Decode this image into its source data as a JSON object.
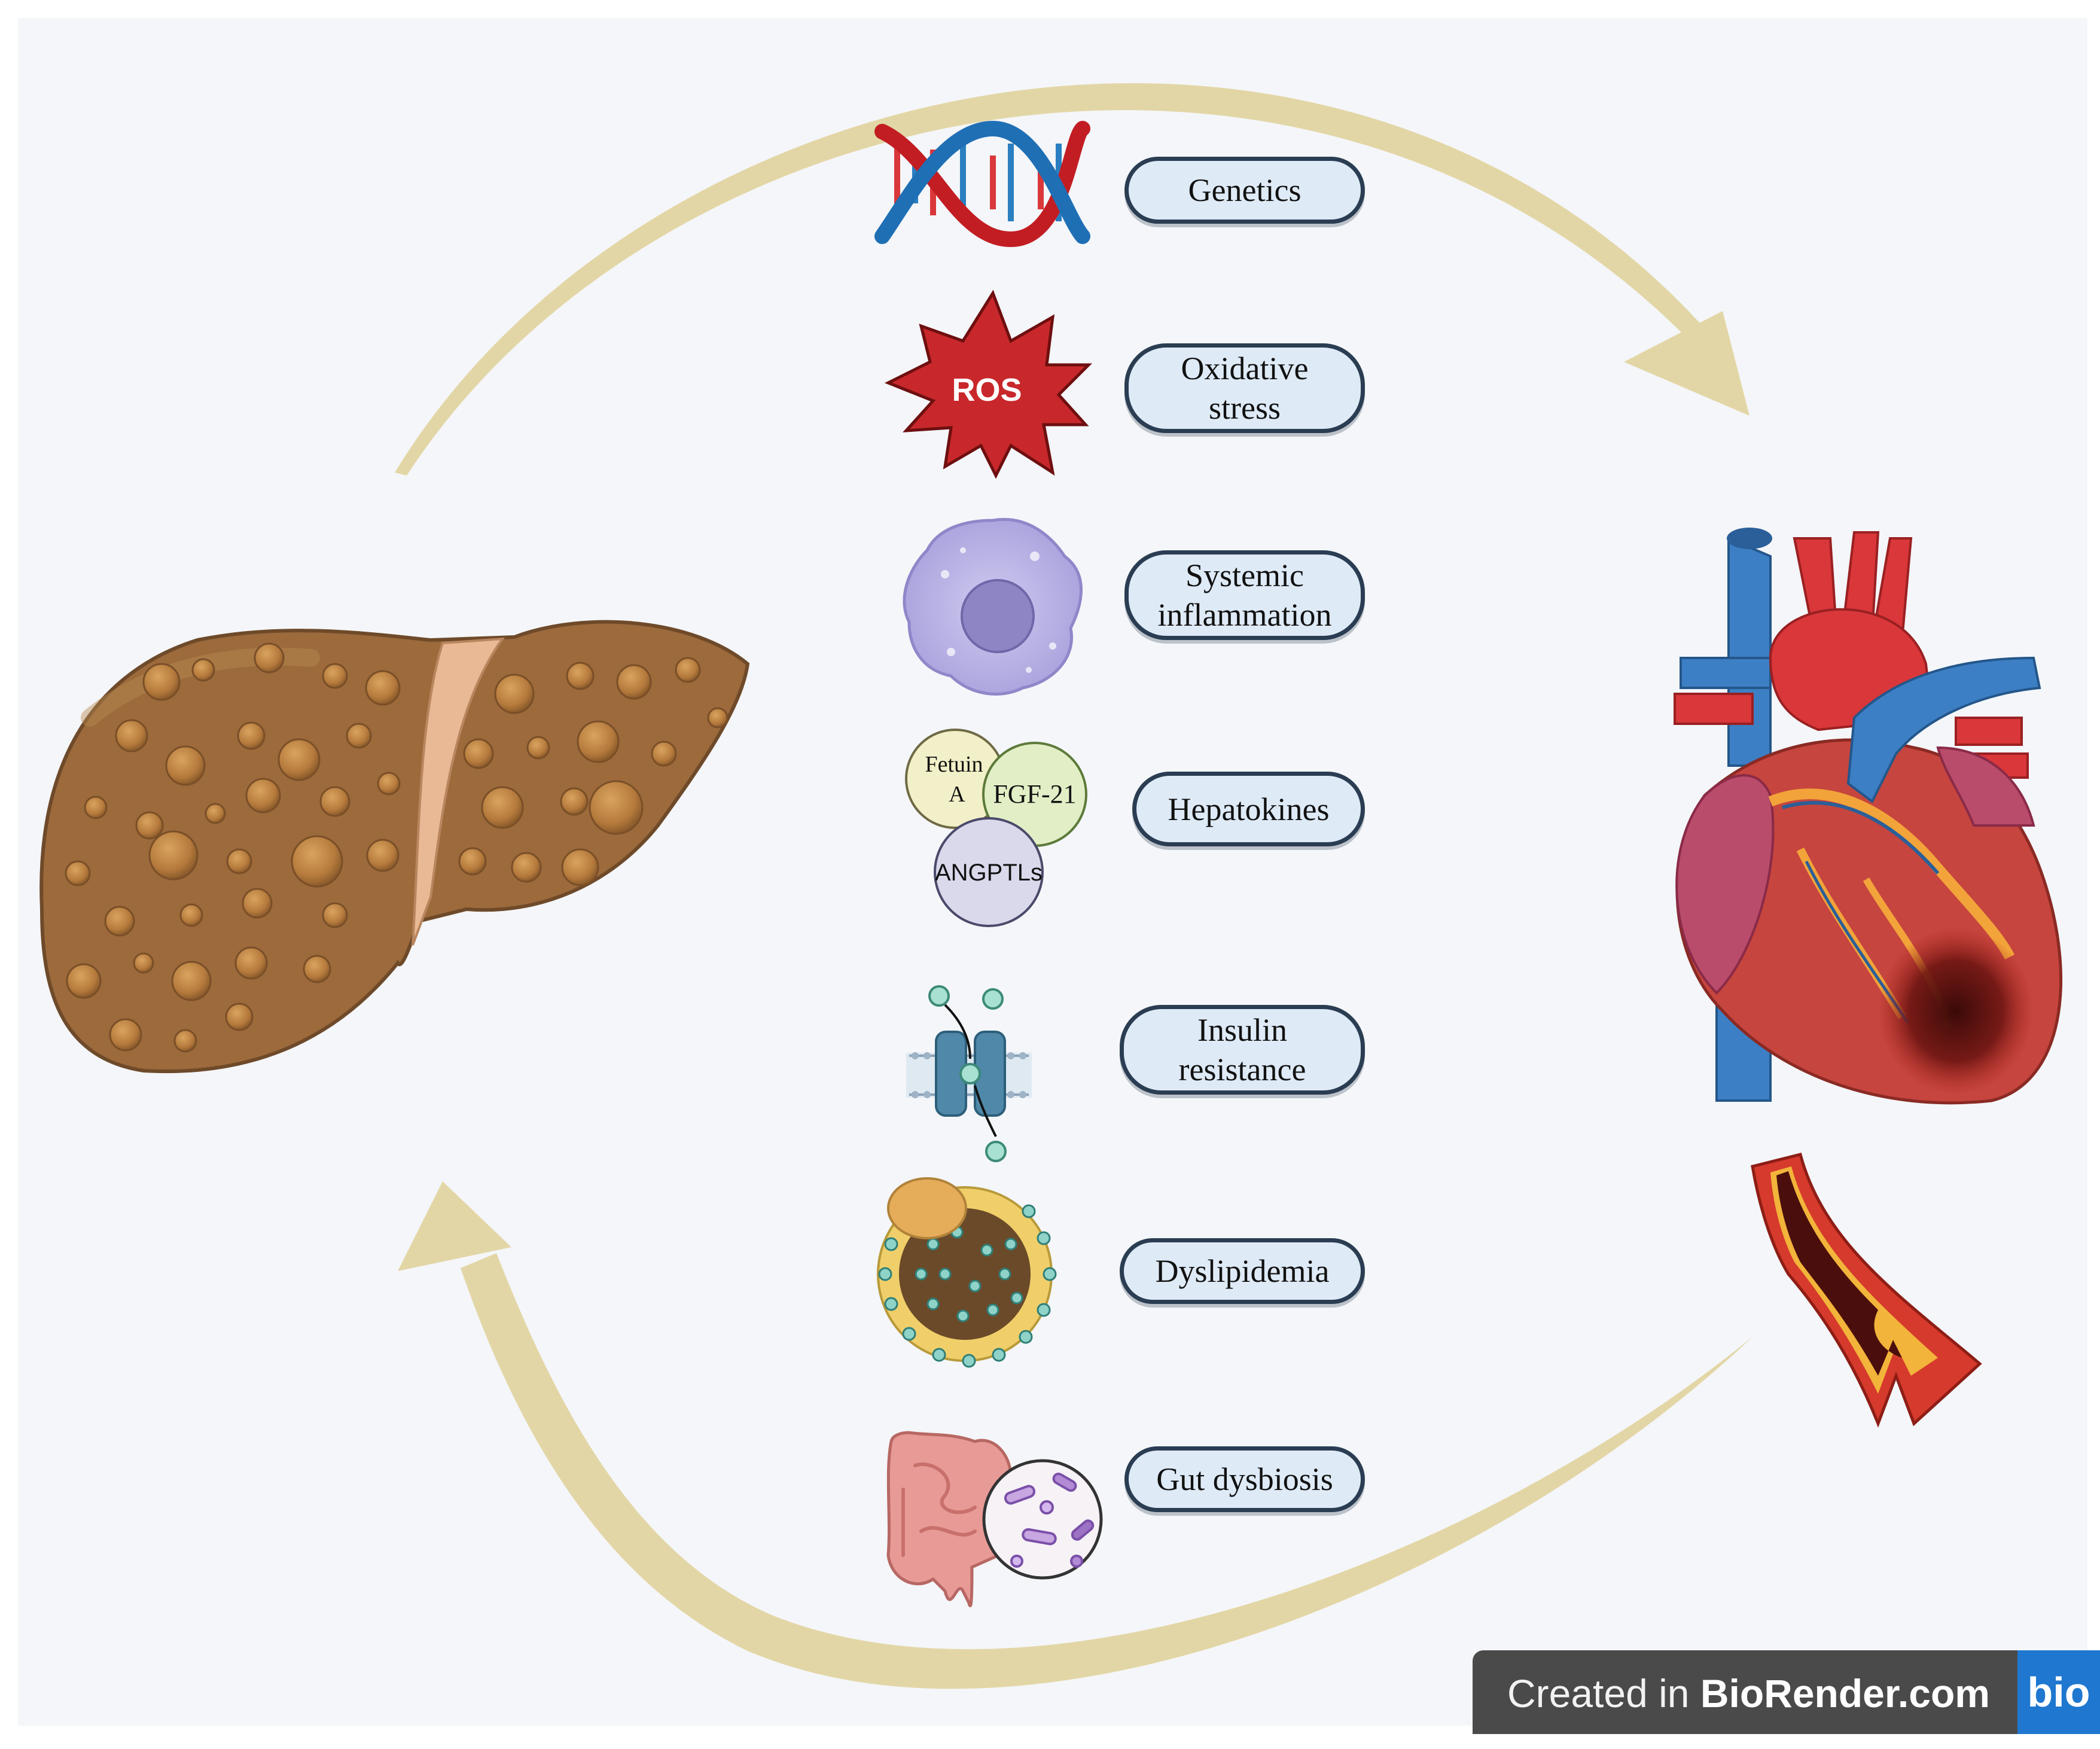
{
  "factors": [
    {
      "id": "genetics",
      "lines": [
        "Genetics"
      ]
    },
    {
      "id": "oxidative-stress",
      "lines": [
        "Oxidative",
        "stress"
      ]
    },
    {
      "id": "systemic-inflammation",
      "lines": [
        "Systemic",
        "inflammation"
      ]
    },
    {
      "id": "hepatokines",
      "lines": [
        "Hepatokines"
      ]
    },
    {
      "id": "insulin-resistance",
      "lines": [
        "Insulin",
        "resistance"
      ]
    },
    {
      "id": "dyslipidemia",
      "lines": [
        "Dyslipidemia"
      ]
    },
    {
      "id": "gut-dysbiosis",
      "lines": [
        "Gut dysbiosis"
      ]
    }
  ],
  "icon_labels": {
    "ros": "ROS",
    "fetuin_a_line1": "Fetuin",
    "fetuin_a_line2": "A",
    "fgf21": "FGF-21",
    "angptls": "ANGPTLs"
  },
  "icons": [
    "dna-icon",
    "ros-burst-icon",
    "immune-cell-icon",
    "hepatokine-circles-icon",
    "insulin-receptor-icon",
    "lipoprotein-icon",
    "gut-microbiota-icon",
    "liver-icon",
    "heart-icon",
    "atherosclerotic-artery-icon"
  ],
  "badge": {
    "prefix": "Created in ",
    "brand": "BioRender.com",
    "logo": "bio"
  },
  "colors": {
    "arrow": "#e3d6a6",
    "pill_fill": "#deeaf6",
    "pill_border": "#2a3d52",
    "background": "#f4f6f9"
  }
}
